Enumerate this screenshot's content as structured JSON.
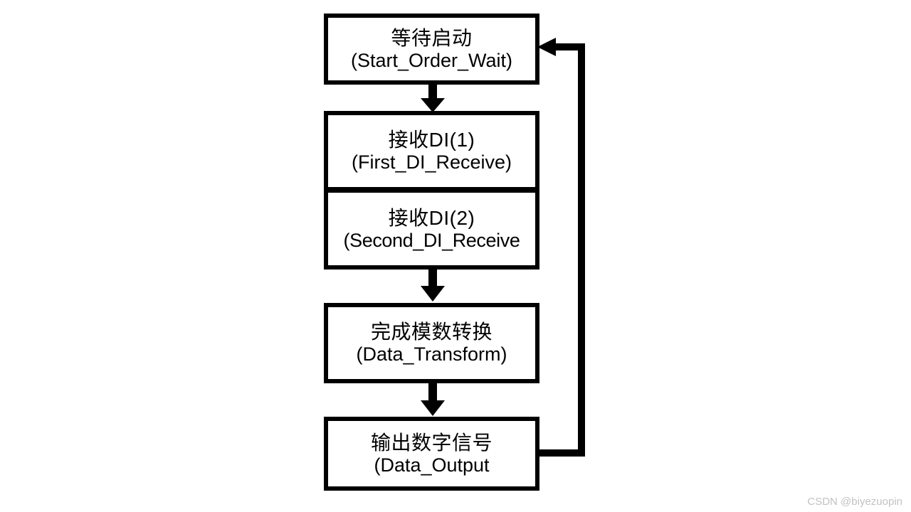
{
  "diagram": {
    "title": "State machine flowchart",
    "background_color": "#ffffff",
    "stroke_color": "#000000",
    "nodes": [
      {
        "id": "start-order-wait",
        "cn": "等待启动",
        "en": "(Start_Order_Wait)"
      },
      {
        "id": "first-di-receive",
        "cn": "接收DI(1)",
        "en": "(First_DI_Receive)"
      },
      {
        "id": "second-di-receive",
        "cn": "接收DI(2)",
        "en": "(Second_DI_Receive"
      },
      {
        "id": "data-transform",
        "cn": "完成模数转换",
        "en": "(Data_Transform)"
      },
      {
        "id": "data-output",
        "cn": "输出数字信号",
        "en": "(Data_Output"
      }
    ],
    "edges": [
      {
        "id": "edge-start-to-first-di",
        "from": "start-order-wait",
        "to": "first-di-receive",
        "kind": "down-arrow"
      },
      {
        "id": "edge-second-di-to-transform",
        "from": "second-di-receive",
        "to": "data-transform",
        "kind": "down-arrow"
      },
      {
        "id": "edge-transform-to-output",
        "from": "data-transform",
        "to": "data-output",
        "kind": "down-arrow"
      },
      {
        "id": "edge-output-to-start-feedback",
        "from": "data-output",
        "to": "start-order-wait",
        "kind": "feedback-loop-right"
      }
    ]
  },
  "watermark": {
    "text": "CSDN @biyezuopin",
    "color": "#c2c2c2"
  }
}
